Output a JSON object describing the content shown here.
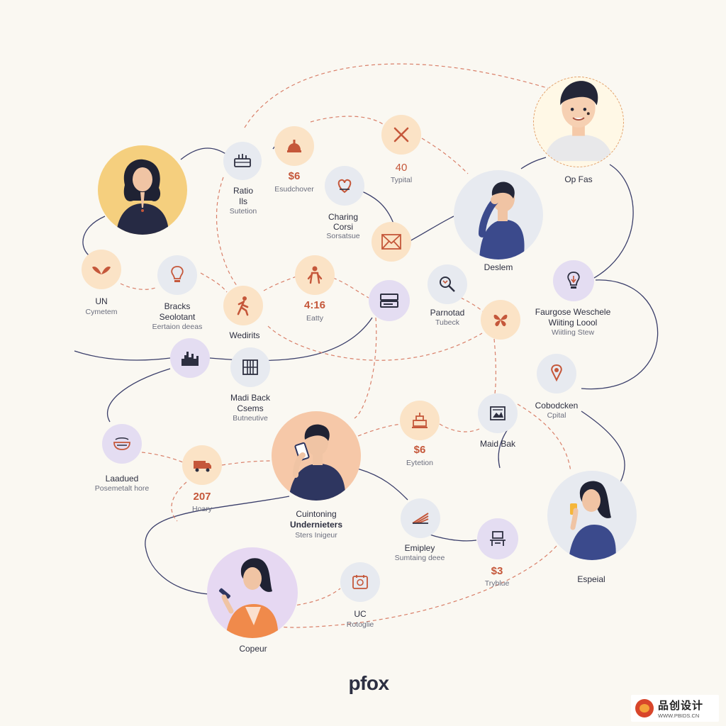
{
  "brand": "pfox",
  "watermark": {
    "main": "品创设计",
    "sub": "WWW.PBIDS.CN"
  },
  "colors": {
    "connector_solid": "#3a3e6a",
    "connector_dashed": "#d9806a",
    "accent_value": "#c5573a",
    "peach": "#fbe3c6",
    "gray": "#e7eaf0",
    "lavender": "#e4ddf2"
  },
  "people": {
    "op_fas": {
      "label": "Op Fas"
    },
    "deslem": {
      "label": "Deslem"
    },
    "cuintoning": {
      "title_a": "Cuintoning",
      "title_b": "Undernieters",
      "subtitle": "Sters Inigeur"
    },
    "espeial": {
      "label": "Espeial"
    },
    "copeur": {
      "label": "Copeur"
    }
  },
  "nodes": {
    "ratio": {
      "title": "Ratio",
      "line2": "Ils",
      "subtitle": "Sutetion",
      "icon": "toolbox-icon"
    },
    "esalhover": {
      "value": "$6",
      "subtitle": "Esudchover",
      "icon": "cake-icon"
    },
    "typital": {
      "value": "40",
      "subtitle": "Typital",
      "icon": "scissors-icon"
    },
    "charing": {
      "title_a": "Charing",
      "title_b": "Corsi",
      "subtitle": "Sorsatsue",
      "icon": "heart-icon"
    },
    "envelope": {
      "icon": "envelope-icon"
    },
    "un": {
      "title": "UN",
      "subtitle": "Cymetem",
      "icon": "wings-icon"
    },
    "bracks": {
      "title_a": "Bracks",
      "title_b": "Seolotant",
      "subtitle": "Eertaion deeas",
      "icon": "lightbulb-icon"
    },
    "wedirits": {
      "title": "Wedirits",
      "icon": "runner-icon"
    },
    "eatty": {
      "value": "4:16",
      "subtitle": "Eatty",
      "icon": "person-icon"
    },
    "laptop": {
      "icon": "laptop-icon"
    },
    "parnotad": {
      "title": "Parnotad",
      "subtitle": "Tubeck",
      "icon": "magnifier-icon"
    },
    "butterfly": {
      "icon": "butterfly-icon"
    },
    "faurgose": {
      "title_a": "Faurgose Weschele",
      "title_b": "Wiiting Loool",
      "subtitle": "Wiitling Stew",
      "icon": "lamp-icon"
    },
    "city": {
      "icon": "city-icon"
    },
    "madi_back": {
      "title_a": "Madi Back",
      "title_b": "Csems",
      "subtitle": "Butneutive",
      "icon": "books-icon"
    },
    "cobodcken": {
      "title": "Cobodcken",
      "subtitle": "Cpital",
      "icon": "pin-icon"
    },
    "laadued": {
      "title": "Laadued",
      "subtitle": "Posemetalt hore",
      "icon": "bowl-icon"
    },
    "hoary": {
      "value": "207",
      "subtitle": "Hoary",
      "icon": "truck-icon"
    },
    "eytelion": {
      "value": "$6",
      "subtitle": "Eytetion",
      "icon": "cake-tier-icon"
    },
    "maid_bak": {
      "title": "Maid Bak",
      "icon": "picture-icon"
    },
    "emipley": {
      "title": "Emipley",
      "subtitle": "Sumtaing deee",
      "icon": "tools-icon"
    },
    "tryblue": {
      "value": "$3",
      "subtitle": "Tryblue",
      "icon": "desk-icon"
    },
    "uc": {
      "title": "UC",
      "subtitle": "Rotoglie",
      "icon": "clock-icon"
    }
  }
}
